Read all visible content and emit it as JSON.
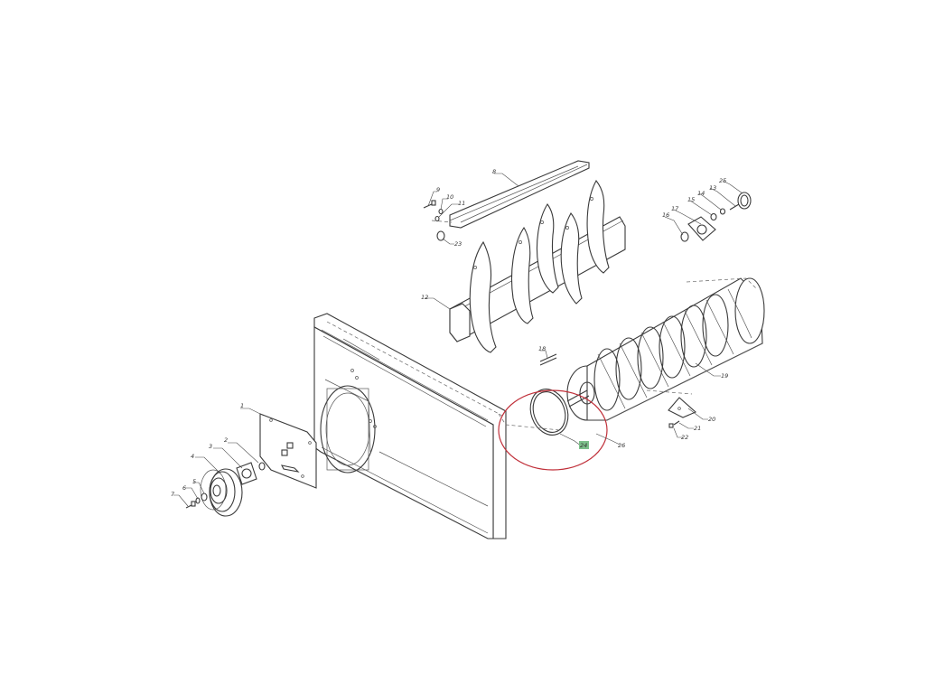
{
  "diagram": {
    "part_labels": {
      "p1": "1",
      "p2": "2",
      "p3": "3",
      "p4": "4",
      "p5": "5",
      "p6": "6",
      "p7": "7",
      "p8": "8",
      "p9": "9",
      "p10": "10",
      "p11": "11",
      "p12": "12",
      "p13": "13",
      "p14": "14",
      "p15": "15",
      "p16": "16",
      "p17": "17",
      "p18": "18",
      "p19": "19",
      "p20": "20",
      "p21": "21",
      "p22": "22",
      "p23": "23",
      "p24": "24",
      "p25": "25",
      "p26": "26"
    },
    "highlighted_part": "24",
    "colors": {
      "line": "#3a3a3a",
      "highlight_circle": "#c0303a",
      "highlight_label": "#7cc08a"
    }
  }
}
